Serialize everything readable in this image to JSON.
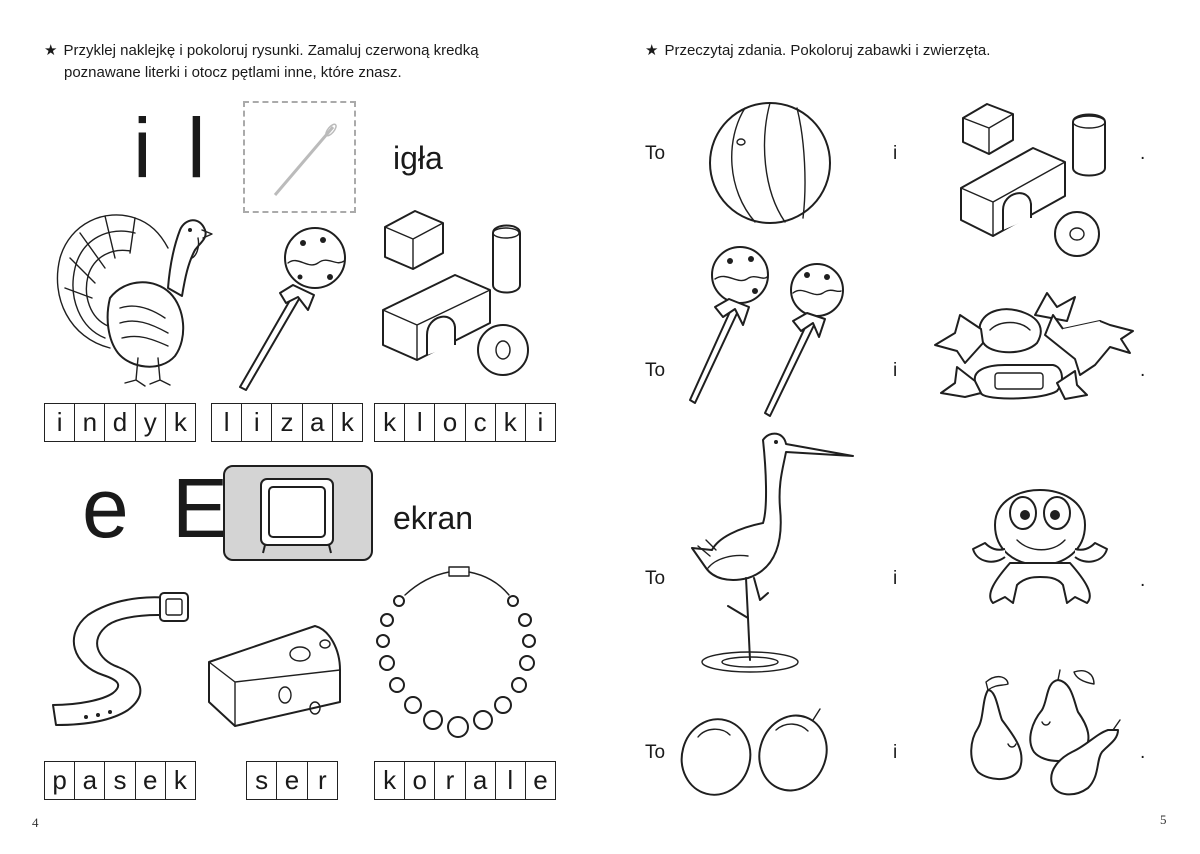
{
  "left_page": {
    "instruction": "Przyklej naklejkę i pokoloruj rysunki. Zamaluj czerwoną kredką",
    "instruction_line2": "poznawane literki i otocz pętlami inne, które znasz.",
    "star": "★",
    "letters_1": "i l",
    "word_1": "igła",
    "row1_words": [
      {
        "letters": [
          "i",
          "n",
          "d",
          "y",
          "k"
        ],
        "icon": "turkey-icon"
      },
      {
        "letters": [
          "l",
          "i",
          "z",
          "a",
          "k"
        ],
        "icon": "lollipop-icon"
      },
      {
        "letters": [
          "k",
          "l",
          "o",
          "c",
          "k",
          "i"
        ],
        "icon": "blocks-icon"
      }
    ],
    "letters_2": "e E",
    "word_2": "ekran",
    "row2_words": [
      {
        "letters": [
          "p",
          "a",
          "s",
          "e",
          "k"
        ],
        "icon": "belt-icon"
      },
      {
        "letters": [
          "s",
          "e",
          "r"
        ],
        "icon": "cheese-icon"
      },
      {
        "letters": [
          "k",
          "o",
          "r",
          "a",
          "l",
          "e"
        ],
        "icon": "necklace-icon"
      }
    ],
    "page_number": "4"
  },
  "right_page": {
    "instruction": "Przeczytaj zdania. Pokoloruj zabawki i zwierzęta.",
    "star": "★",
    "sentences": [
      {
        "start": "To",
        "mid": "i",
        "end": ".",
        "left_icon": "ball-icon",
        "right_icon": "blocks-icon"
      },
      {
        "start": "To",
        "mid": "i",
        "end": ".",
        "left_icon": "lollipops-icon",
        "right_icon": "candies-icon"
      },
      {
        "start": "To",
        "mid": "i",
        "end": ".",
        "left_icon": "stork-icon",
        "right_icon": "frog-icon"
      },
      {
        "start": "To",
        "mid": "i",
        "end": ".",
        "left_icon": "plums-icon",
        "right_icon": "pears-icon"
      }
    ],
    "page_number": "5"
  },
  "colors": {
    "ink": "#1f1f1f",
    "tv_bg": "#d4d4d4",
    "sticker_border": "#aaaaaa"
  }
}
